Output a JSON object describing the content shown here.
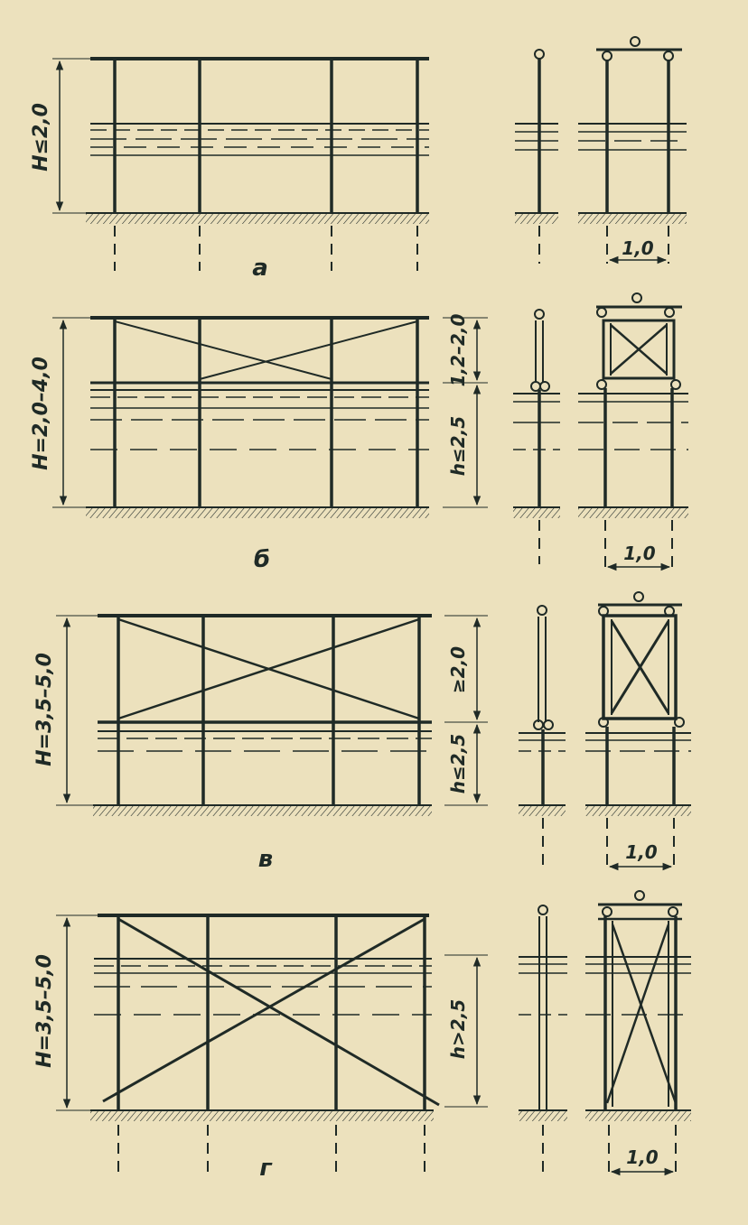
{
  "colors": {
    "paper": "#ece1bd",
    "ink": "#1f2a26",
    "ground": "#2b3430"
  },
  "panels": [
    {
      "letter": "а",
      "height_label": "H≤2,0",
      "upper_label": "",
      "lower_label": "",
      "width_label": "1,0"
    },
    {
      "letter": "б",
      "height_label": "H=2,0–4,0",
      "upper_label": "1,2–2,0",
      "lower_label": "h≤2,5",
      "width_label": "1,0"
    },
    {
      "letter": "в",
      "height_label": "H=3,5–5,0",
      "upper_label": "≥2,0",
      "lower_label": "h≤2,5",
      "width_label": "1,0"
    },
    {
      "letter": "г",
      "height_label": "H=3,5–5,0",
      "upper_label": "",
      "lower_label": "h>2,5",
      "width_label": "1,0"
    }
  ]
}
